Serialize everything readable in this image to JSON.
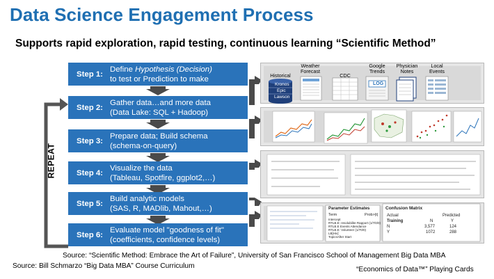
{
  "title": "Data Science Engagement Process",
  "subtitle": "Supports rapid exploration, rapid testing, continuous learning “Scientific Method”",
  "steps": [
    {
      "num": "Step 1:",
      "line1_pre": "Define ",
      "line1_em": "Hypothesis (Decision)",
      "line2": "to test or Prediction to make"
    },
    {
      "num": "Step 2:",
      "line1": "Gather data…and more data",
      "line2": "(Data Lake: SQL + Hadoop)"
    },
    {
      "num": "Step 3:",
      "line1": "Prepare data; Build schema",
      "line2": "(schema-on-query)"
    },
    {
      "num": "Step 4:",
      "line1": "Visualize the data",
      "line2": "(Tableau, Spotfire, ggplot2,…)"
    },
    {
      "num": "Step 5:",
      "line1": "Build analytic models",
      "line2": "(SAS, R, MADlib, Mahout,…)"
    },
    {
      "num": "Step 6:",
      "line1": "Evaluate model \"goodness of fit\"",
      "line2": "(coefficients, confidence levels)"
    }
  ],
  "repeat_label": "REPEAT",
  "data_sources": [
    {
      "line1": "",
      "line2": "Historical"
    },
    {
      "line1": "Weather",
      "line2": "Forecast"
    },
    {
      "line1": "",
      "line2": "CDC"
    },
    {
      "line1": "Google",
      "line2": "Trends"
    },
    {
      "line1": "Physician",
      "line2": "Notes"
    },
    {
      "line1": "Local",
      "line2": "Events"
    }
  ],
  "db_labels": [
    "Kronos",
    "Epic",
    "Lawson"
  ],
  "log_label": "LOG",
  "model_panel": {
    "param_title": "Parameter Estimates",
    "param_col_term": "Term",
    "param_col_prob": "Prob>|t|",
    "param_rows": [
      "Intercept",
      "RTLB.E: resolubilite Rapport (1/7/0/0)",
      "RTLB.E Events Attendance",
      "RTLB.E: Volunteer (1/70/0)",
      "LB[Hiv]",
      "TopicsAfter Start"
    ],
    "conf_title": "Confusion Matrix",
    "conf_actual": "Actual",
    "conf_predicted": "Predicted",
    "conf_training": "Training",
    "conf_n": "N",
    "conf_y": "Y",
    "conf_rows": [
      {
        "label": "N",
        "n": "3,577",
        "y": "124"
      },
      {
        "label": "Y",
        "n": "1072",
        "y": "288"
      }
    ]
  },
  "footer_source": "Source: “Scientific Method: Embrace the Art of Failure”, University of San Francisco School of Management Big Data MBA",
  "footer_course": "Source: Bill Schmarzo “Big Data MBA” Course Curriculum",
  "footer_cards": "“Economics of Data™” Playing Cards",
  "colors": {
    "title_blue": "#1f6fb2",
    "step_blue": "#2a73ba",
    "arrow_gray": "#4a4a4a",
    "panel_gray": "#d9d9d9",
    "db_blue": "#1f3f7a"
  }
}
